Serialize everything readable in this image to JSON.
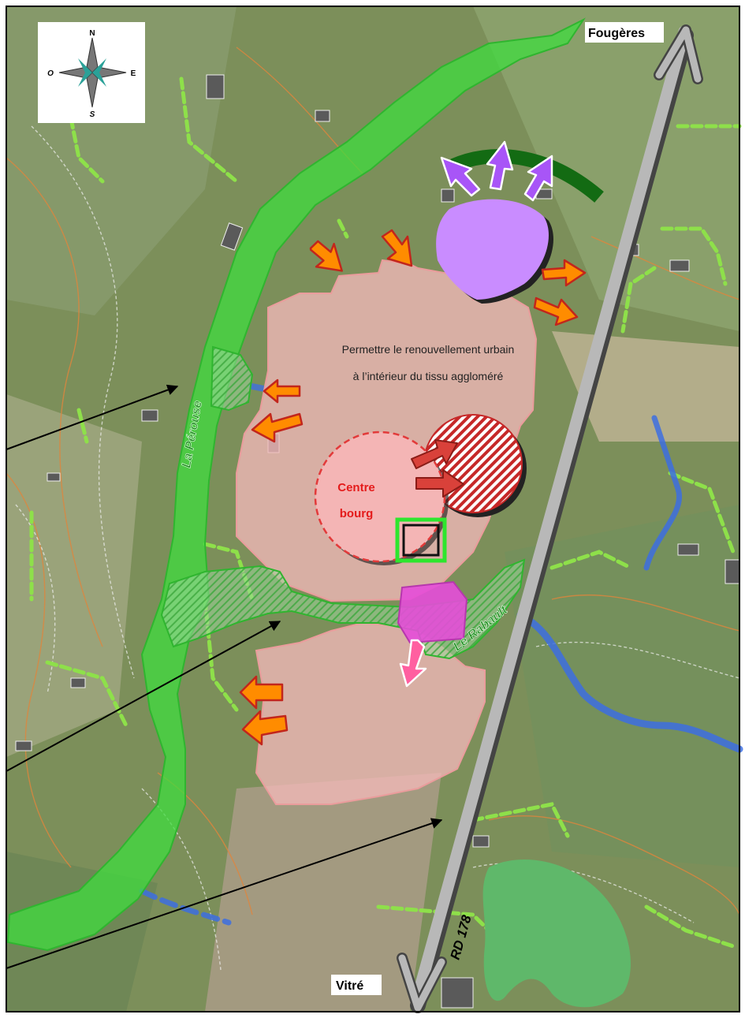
{
  "compass": {
    "north": "N",
    "south": "S",
    "east": "E",
    "west": "O"
  },
  "places": {
    "fougeres": "Fougères",
    "vitre": "Vitré",
    "road": "RD 178"
  },
  "rivers": {
    "la_perouse": "La Pérouse",
    "le_rabault": "Le Rabault"
  },
  "annotations": {
    "renewal_line1": "Permettre le renouvellement urbain",
    "renewal_line2": "à  l’intérieur du tissu aggloméré",
    "centre_line1": "Centre",
    "centre_line2": "bourg"
  },
  "colors": {
    "green_corridor": "#3fdc3f",
    "urban_fabric": "#f2b8b8",
    "expansion_arrow": "#ff8c00",
    "purple_zone": "#c98cff",
    "magenta_zone": "#e64dd9",
    "road": "#b8b8b8",
    "river": "#3d6fe0",
    "hedge": "#8ee04a",
    "forest": "#5fb86a",
    "dark_green_arc": "#136b13"
  }
}
